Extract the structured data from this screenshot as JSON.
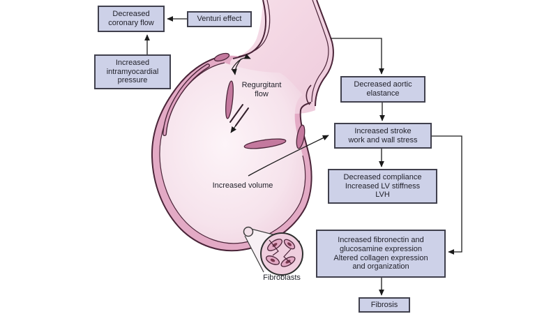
{
  "theme": {
    "background": "#ffffff",
    "box-fill": "#cdd1e8",
    "box-border": "#40404d",
    "box-text": "#1f1f28",
    "arrow": "#1a1a1a",
    "heart-outline": "#4a2438",
    "heart-wall": "#e3aac5",
    "heart-chamber": "#f7e9ef",
    "aorta-fill": "#f2d4e1",
    "leaflet-fill": "#c4799e"
  },
  "boxes": [
    {
      "id": "decreased-coronary-flow",
      "label": "Decreased\ncoronary flow"
    },
    {
      "id": "venturi-effect",
      "label": "Venturi effect"
    },
    {
      "id": "increased-intramyocardial-pressure",
      "label": "Increased\nintramyocardial\npressure"
    },
    {
      "id": "decreased-aortic-elastance",
      "label": "Decreased aortic\nelastance"
    },
    {
      "id": "increased-stroke-work",
      "label": "Increased stroke\nwork and wall stress"
    },
    {
      "id": "decreased-compliance",
      "label": "Decreased compliance\nIncreased LV stiffness\nLVH"
    },
    {
      "id": "increased-fibronectin",
      "label": "Increased fibronectin and\nglucosamine expression\nAltered collagen expression\nand organization"
    },
    {
      "id": "fibrosis",
      "label": "Fibrosis"
    }
  ],
  "heart_labels": {
    "regurgitant_flow": "Regurgitant\nflow",
    "increased_volume": "Increased volume",
    "fibroblasts": "Fibroblasts"
  },
  "edges": [
    {
      "from": "venturi-effect",
      "to": "decreased-coronary-flow"
    },
    {
      "from": "increased-intramyocardial-pressure",
      "to": "decreased-coronary-flow"
    },
    {
      "from": "aorta",
      "to": "decreased-aortic-elastance"
    },
    {
      "from": "decreased-aortic-elastance",
      "to": "increased-stroke-work"
    },
    {
      "from": "increased-volume",
      "to": "increased-stroke-work"
    },
    {
      "from": "increased-stroke-work",
      "to": "decreased-compliance"
    },
    {
      "from": "increased-stroke-work",
      "to": "increased-fibronectin"
    },
    {
      "from": "increased-fibronectin",
      "to": "fibrosis"
    }
  ]
}
